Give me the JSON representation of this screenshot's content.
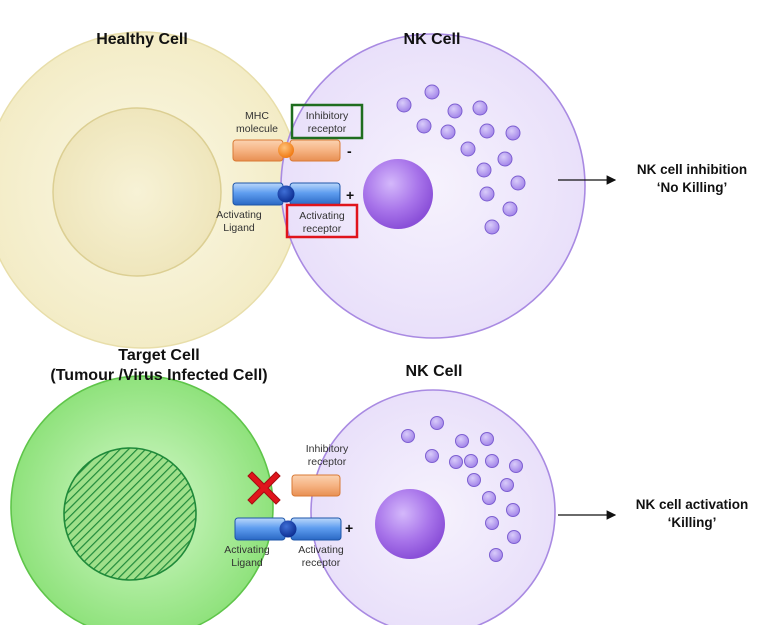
{
  "top_panel": {
    "healthy_cell_title": "Healthy Cell",
    "nk_cell_title": "NK Cell",
    "mhc_label_line1": "MHC",
    "mhc_label_line2": "molecule",
    "inhibitory_label_line1": "Inhibitory",
    "inhibitory_label_line2": "receptor",
    "activating_ligand_line1": "Activating",
    "activating_ligand_line2": "Ligand",
    "activating_receptor_line1": "Activating",
    "activating_receptor_line2": "receptor",
    "minus_sign": "-",
    "plus_sign": "+",
    "outcome_line1": "NK cell inhibition",
    "outcome_line2": "‘No Killing’"
  },
  "bottom_panel": {
    "target_title_line1": "Target Cell",
    "target_title_line2": "(Tumour /Virus Infected Cell)",
    "nk_cell_title": "NK Cell",
    "inhibitory_label_line1": "Inhibitory",
    "inhibitory_label_line2": "receptor",
    "activating_ligand_line1": "Activating",
    "activating_ligand_line2": "Ligand",
    "activating_receptor_line1": "Activating",
    "activating_receptor_line2": "receptor",
    "plus_sign": "+",
    "outcome_line1": "NK cell activation",
    "outcome_line2": "‘Killing’"
  },
  "colors": {
    "healthy_cell": "#f6f1cf",
    "target_cell": "#b5f0a6",
    "nk_cell": "#eee6fb",
    "nk_nucleus": "#a874ea",
    "granule": "#b79cf0",
    "mhc_orange": "#f2a771",
    "activating_blue": "#3c82d8",
    "inhibitory_box": "#1f6d1f",
    "activating_box": "#e0141c",
    "no_cross": "#e0141c"
  },
  "icons": [
    "arrow-right-icon",
    "x-mark-icon"
  ]
}
